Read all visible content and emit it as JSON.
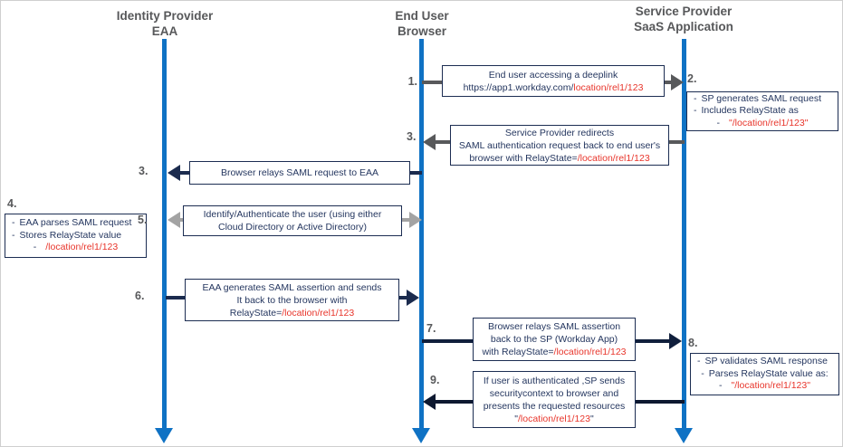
{
  "glyphs": {
    "dash": "-",
    "quote": "\""
  },
  "colors": {
    "lifeline_blue": "#0f72c4",
    "box_border_navy": "#1c2d52",
    "box_text_navy": "#24365f",
    "highlight_red": "#e8352b",
    "arrow_gray": "#58595b",
    "arrow_light_gray": "#a3a3a3",
    "arrow_navy": "#1b2b4e",
    "label_gray": "#57585a"
  },
  "actors": {
    "idp": {
      "line1": "Identity Provider",
      "line2": "EAA"
    },
    "browser": {
      "line1": "End User",
      "line2": "Browser"
    },
    "sp": {
      "line1": "Service Provider",
      "line2": "SaaS Application"
    }
  },
  "messages": {
    "m1": {
      "num": "1.",
      "l1": "End user accessing a deeplink",
      "l2_black": "https://app1.workday.com/",
      "l2_red": "location/rel1/123"
    },
    "m2": {
      "num": "2.",
      "b1": "SP generates SAML request",
      "b2": "Includes RelayState as",
      "b3_red": "\"/location/rel1/123\""
    },
    "m3a": {
      "num": "3.",
      "l1": "Service Provider redirects",
      "l2": "SAML authentication request back to end user's",
      "l3_black": "browser with RelayState=",
      "l3_red": "/location/rel1/123"
    },
    "m3b": {
      "num": "3.",
      "l1": "Browser relays SAML request to EAA"
    },
    "m4": {
      "num": "4.",
      "b1": "EAA parses SAML request",
      "b2": "Stores RelayState value",
      "b3_red": "/location/rel1/123"
    },
    "m5": {
      "num": "5.",
      "l1": "Identify/Authenticate the user (using either",
      "l2": "Cloud Directory or Active Directory)"
    },
    "m6": {
      "num": "6.",
      "l1": "EAA generates SAML assertion and sends",
      "l2": "It back to the browser with",
      "l3_black": "RelayState=",
      "l3_red": "/location/rel1/123"
    },
    "m7": {
      "num": "7.",
      "l1": "Browser relays SAML assertion",
      "l2": "back to the SP (Workday App)",
      "l3_black": "with RelayState=",
      "l3_red": "/location/rel1/123"
    },
    "m8": {
      "num": "8.",
      "b1": "SP validates SAML response",
      "b2": "Parses RelayState value as:",
      "b3_red": "\"/location/rel1/123\""
    },
    "m9": {
      "num": "9.",
      "l1": "If user is authenticated ,SP sends",
      "l2": "securitycontext to browser and",
      "l3": "presents the requested resources",
      "l4_red": "/location/rel1/123"
    }
  }
}
